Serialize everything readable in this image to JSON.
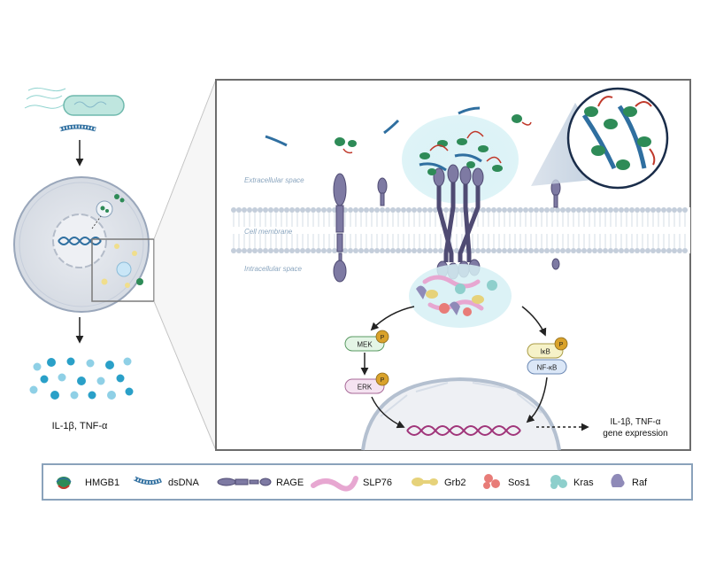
{
  "left_panel": {
    "cytokines_label": "IL-1β, TNF-α"
  },
  "main_panel": {
    "extracellular_label": "Extracellular space",
    "membrane_label": "Cell membrane",
    "intracellular_label": "Intracellular space",
    "mek": "MEK",
    "erk": "ERK",
    "ikb": "IκB",
    "nfkb": "NF-κB",
    "phospho": "P",
    "output_line1": "IL-1β, TNF-α",
    "output_line2": "gene expression"
  },
  "legend": {
    "items": [
      {
        "label": "HMGB1",
        "icon": "hmgb1-icon"
      },
      {
        "label": "dsDNA",
        "icon": "dsdna-icon"
      },
      {
        "label": "RAGE",
        "icon": "rage-icon"
      },
      {
        "label": "SLP76",
        "icon": "slp76-icon"
      },
      {
        "label": "Grb2",
        "icon": "grb2-icon"
      },
      {
        "label": "Sos1",
        "icon": "sos1-icon"
      },
      {
        "label": "Kras",
        "icon": "kras-icon"
      },
      {
        "label": "Raf",
        "icon": "raf-icon"
      }
    ]
  },
  "colors": {
    "hmgb1": "#2e8b57",
    "dsdna": "#2f6fa0",
    "rage": "#6e6a8f",
    "slp76": "#e7a7d1",
    "grb2": "#e6d27a",
    "sos1": "#e87c78",
    "kras": "#8ecfcc",
    "raf": "#8f8ab8",
    "phospho": "#d9a22b",
    "dna_helix": "#a0357a"
  }
}
